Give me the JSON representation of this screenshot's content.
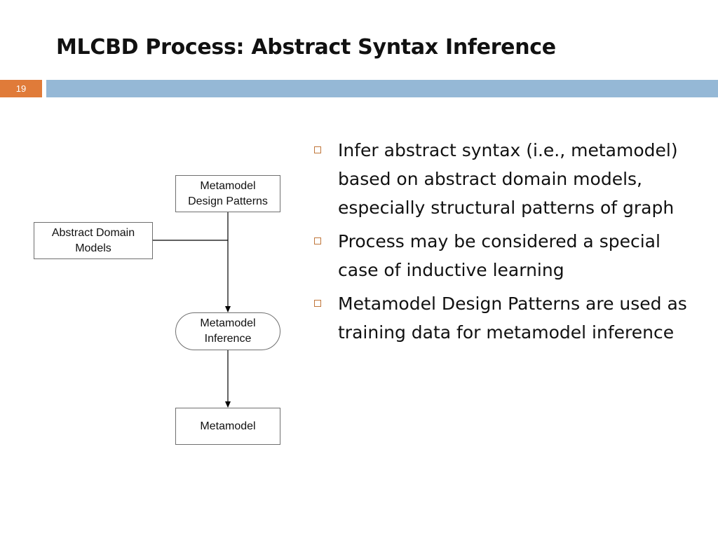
{
  "slide": {
    "title": "MLCBD Process: Abstract Syntax Inference",
    "number": "19",
    "accent_colors": {
      "number_badge": "#e07b39",
      "title_bar": "#95b8d6",
      "bullet_marker": "#c0763a"
    }
  },
  "diagram": {
    "patterns_box": "Metamodel\nDesign Patterns",
    "domain_box": "Abstract Domain\nModels",
    "inference_box": "Metamodel\nInference",
    "output_box": "Metamodel"
  },
  "bullets": [
    {
      "text": "Infer abstract syntax (i.e., metamodel) based on abstract domain models, especially structural patterns of graph"
    },
    {
      "text": "Process may be considered a special case of inductive learning"
    },
    {
      "text": "Metamodel Design Patterns are used as training data for metamodel inference"
    }
  ]
}
